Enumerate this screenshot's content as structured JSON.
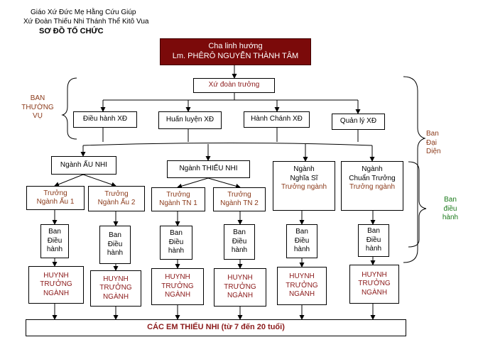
{
  "header": {
    "line1": "Giáo Xứ Đức Mẹ Hằng Cứu Giúp",
    "line2": "Xứ Đoàn Thiếu Nhi Thánh Thể Kitô Vua",
    "line3": "SƠ ĐỒ TỔ CHỨC"
  },
  "top": {
    "line1": "Cha linh hướng",
    "line2": "Lm. PHÊRÔ NGUYỄN THÀNH TÂM"
  },
  "xu_doan_truong": "Xứ đoàn trưởng",
  "ban_thuong_vu": [
    "BAN",
    "THƯỜNG",
    "VỤ"
  ],
  "ban_dai_dien": [
    "Ban",
    "Đại",
    "Diện"
  ],
  "ban_dieu_hanh_side": [
    "Ban",
    "điều",
    "hành"
  ],
  "departments": [
    "Điều hành XĐ",
    "Huấn luyện XĐ",
    "Hành Chánh XĐ",
    "Quản lý XĐ"
  ],
  "nganh": {
    "au_nhi": "Ngành ẤU NHI",
    "thieu_nhi": "Ngành THIẾU NHI",
    "nghia_si": {
      "l1": "Ngành",
      "l2": "Nghĩa Sĩ",
      "l3": "Trưởng ngành"
    },
    "chuan_truong": {
      "l1": "Ngành",
      "l2": "Chuẩn Trưởng",
      "l3": "Trưởng ngành"
    }
  },
  "truong_nganh": [
    {
      "l1": "Trưởng",
      "l2": "Ngành Ấu 1"
    },
    {
      "l1": "Trưởng",
      "l2": "Ngành Ấu 2"
    },
    {
      "l1": "Trưởng",
      "l2": "Ngành TN 1"
    },
    {
      "l1": "Trưởng",
      "l2": "Ngành TN 2"
    }
  ],
  "ban_dieu_hanh": {
    "l1": "Ban",
    "l2": "Điều",
    "l3": "hành"
  },
  "huynh_truong": {
    "l1": "HUYNH",
    "l2": "TRƯỞNG",
    "l3": "NGÀNH"
  },
  "bottom": "CÁC EM THIẾU NHI (từ 7 đến 20 tuổi)"
}
